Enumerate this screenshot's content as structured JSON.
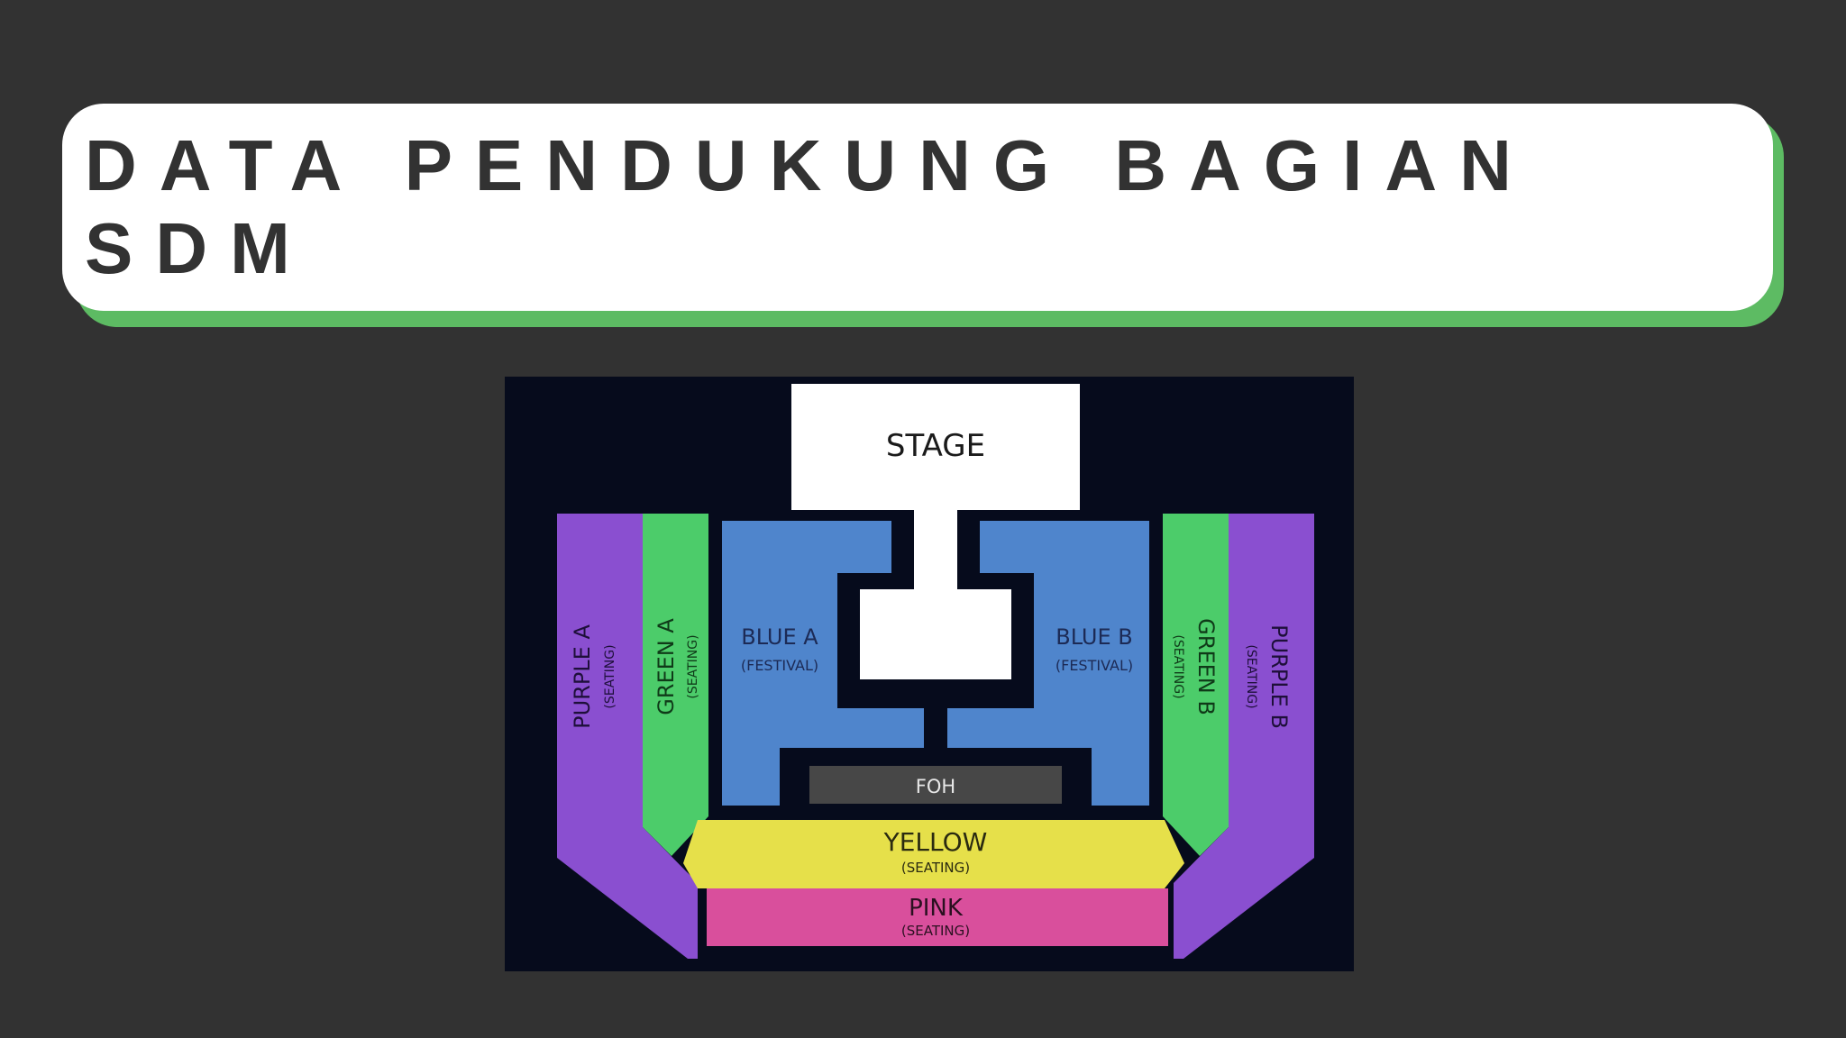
{
  "header": {
    "title": "DATA PENDUKUNG BAGIAN SDM"
  },
  "seating_map": {
    "stage": "STAGE",
    "foh": "FOH",
    "sections": [
      {
        "id": "purple_a",
        "name": "PURPLE A",
        "type": "(SEATING)",
        "color": "#8a4fd0"
      },
      {
        "id": "green_a",
        "name": "GREEN A",
        "type": "(SEATING)",
        "color": "#4ccc6a"
      },
      {
        "id": "blue_a",
        "name": "BLUE A",
        "type": "(FESTIVAL)",
        "color": "#4f85cc"
      },
      {
        "id": "blue_b",
        "name": "BLUE B",
        "type": "(FESTIVAL)",
        "color": "#4f85cc"
      },
      {
        "id": "green_b",
        "name": "GREEN B",
        "type": "(SEATING)",
        "color": "#4ccc6a"
      },
      {
        "id": "purple_b",
        "name": "PURPLE B",
        "type": "(SEATING)",
        "color": "#8a4fd0"
      },
      {
        "id": "yellow",
        "name": "YELLOW",
        "type": "(SEATING)",
        "color": "#e6e04a"
      },
      {
        "id": "pink",
        "name": "PINK",
        "type": "(SEATING)",
        "color": "#d94f9c"
      }
    ],
    "colors": {
      "background": "#060b1c",
      "stage": "#ffffff",
      "foh": "#474747"
    }
  }
}
